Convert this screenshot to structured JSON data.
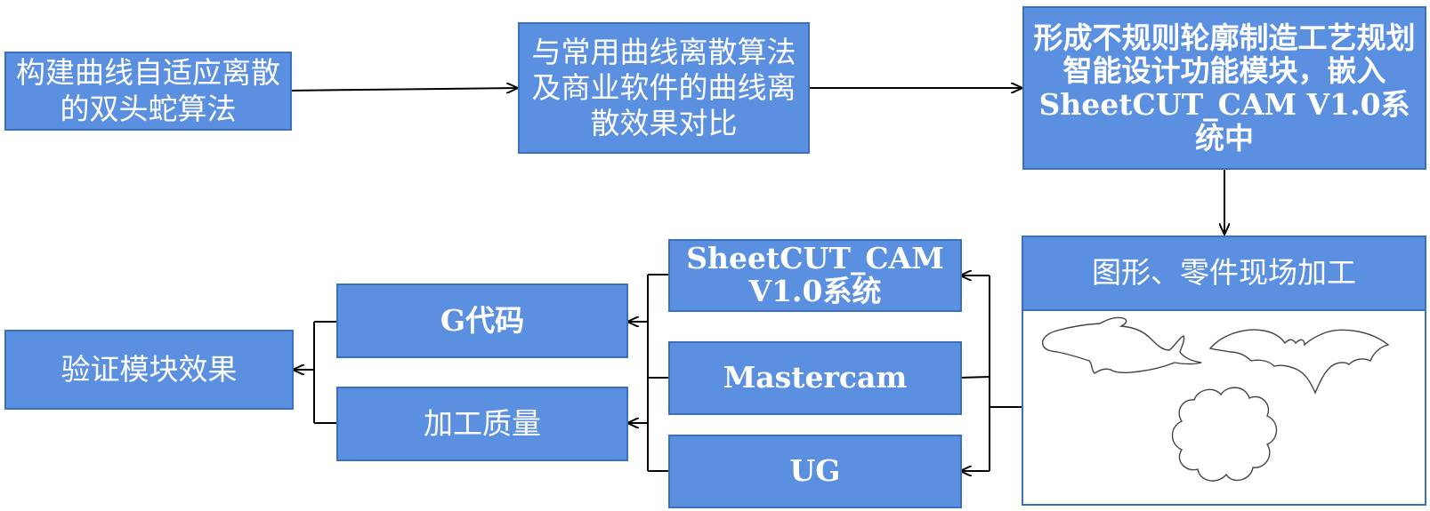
{
  "colors": {
    "box_fill": "#5b8fdf",
    "box_border": "#3b6fc0",
    "text": "#ffffff",
    "line": "#000000"
  },
  "nodes": {
    "build_algorithm": "构建曲线自适应离散的双头蛇算法",
    "compare": "与常用曲线离散算法及商业软件的曲线离散效果对比",
    "module": "形成不规则轮廓制造工艺规划智能设计功能模块，嵌入SheetCUT_CAM V1.0系统中",
    "onsite": "图形、零件现场加工",
    "sheetcut": "SheetCUT_CAM V1.0系统",
    "mastercam": "Mastercam",
    "ug": "UG",
    "gcode": "G代码",
    "quality": "加工质量",
    "verify": "验证模块效果"
  },
  "shapes": [
    "dolphin-outline",
    "bat-outline",
    "flower-outline"
  ]
}
